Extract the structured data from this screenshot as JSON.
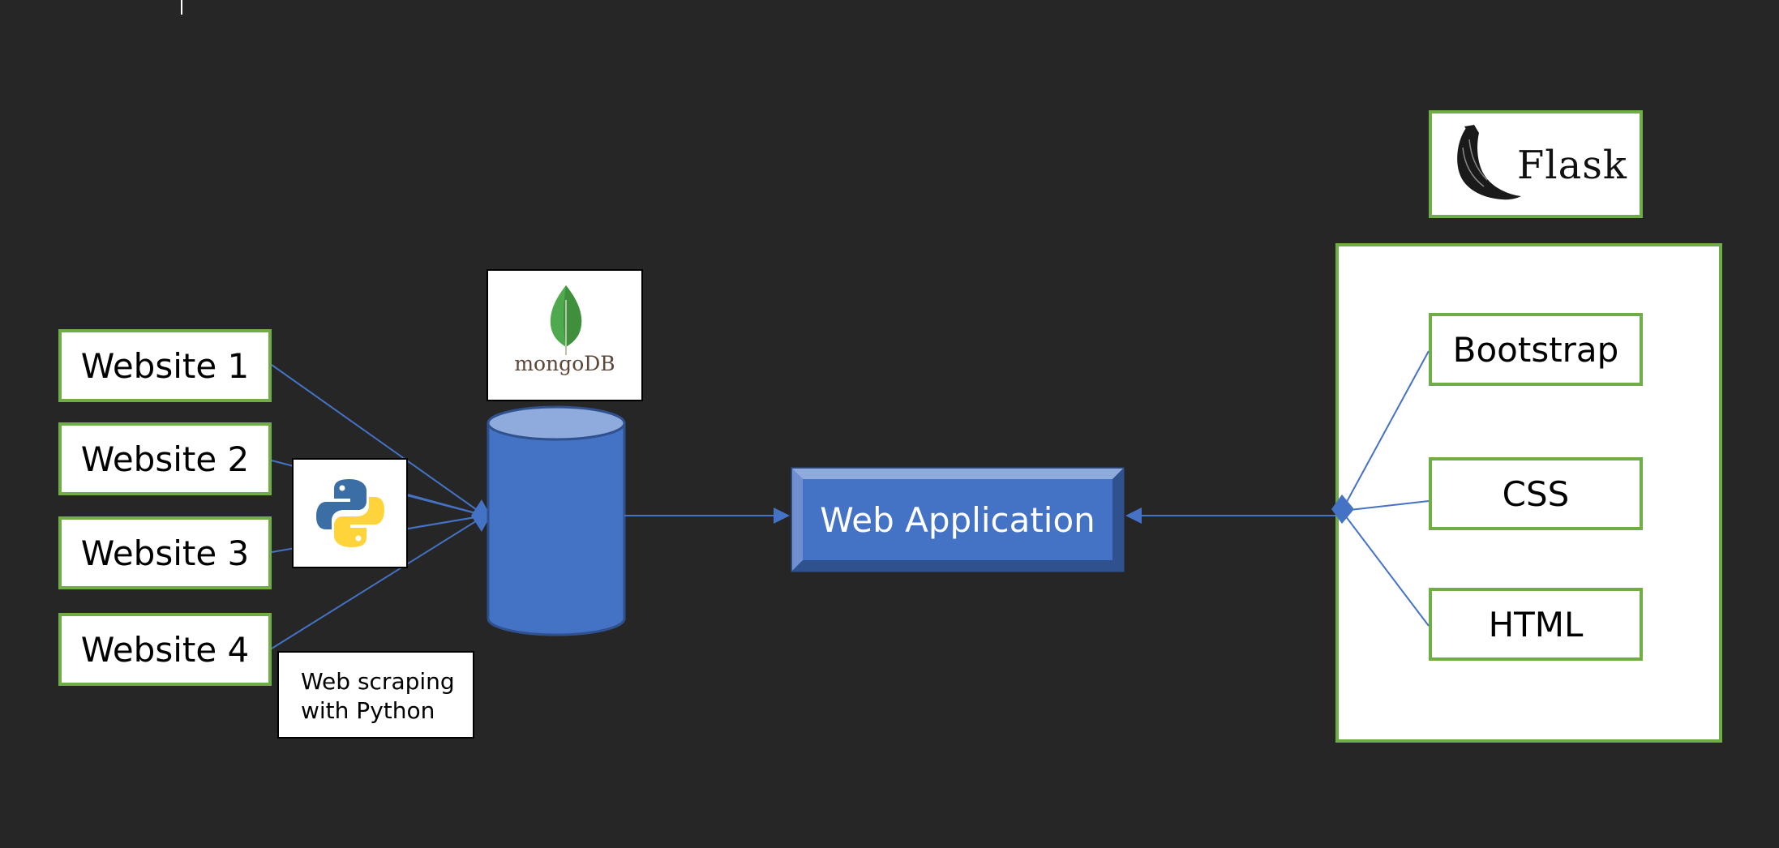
{
  "websites": [
    "Website 1",
    "Website 2",
    "Website 3",
    "Website 4"
  ],
  "scraping_note": [
    "Web scraping",
    "with Python"
  ],
  "database_logo": "mongoDB",
  "web_app": "Web Application",
  "framework_logo": "Flask",
  "frontend": [
    "Bootstrap",
    "CSS",
    "HTML"
  ],
  "colors": {
    "background": "#262626",
    "box_border": "#70ad47",
    "connector": "#4472c4",
    "cylinder": "#4472c4",
    "cylinder_top": "#8faadc"
  },
  "icons": [
    "python-logo-icon",
    "mongodb-leaf-icon",
    "flask-horn-icon"
  ]
}
